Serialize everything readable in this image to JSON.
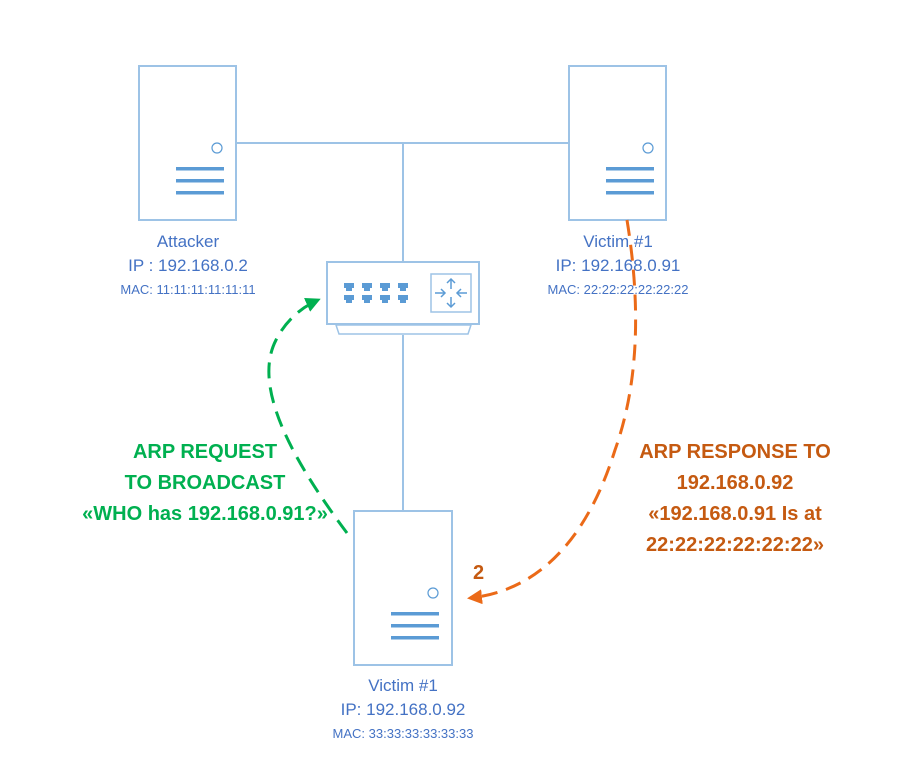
{
  "colors": {
    "device_stroke": "#9DC3E6",
    "device_detail": "#5B9BD5",
    "label_text": "#4472C4",
    "request_arrow": "#00B050",
    "response_arrow": "#EB6A18",
    "response_text": "#C55A11"
  },
  "nodes": {
    "attacker": {
      "name": "Attacker",
      "ip": "IP : 192.168.0.2",
      "mac": "MAC: 11:11:11:11:11:11",
      "icon": "server-icon"
    },
    "victim_top": {
      "name": "Victim #1",
      "ip": "IP: 192.168.0.91",
      "mac": "MAC: 22:22:22:22:22:22",
      "icon": "server-icon"
    },
    "victim_bottom": {
      "name": "Victim #1",
      "ip": "IP: 192.168.0.92",
      "mac": "MAC: 33:33:33:33:33:33",
      "icon": "server-icon"
    },
    "switch": {
      "icon": "network-switch-icon"
    }
  },
  "annotations": {
    "request": {
      "lines": [
        "ARP REQUEST",
        "TO BROADCAST",
        "«WHO has 192.168.0.91?»"
      ]
    },
    "response": {
      "lines": [
        "ARP RESPONSE TO",
        "192.168.0.92",
        "«192.168.0.91 Is at",
        "22:22:22:22:22:22»"
      ]
    },
    "step_number": "2"
  }
}
